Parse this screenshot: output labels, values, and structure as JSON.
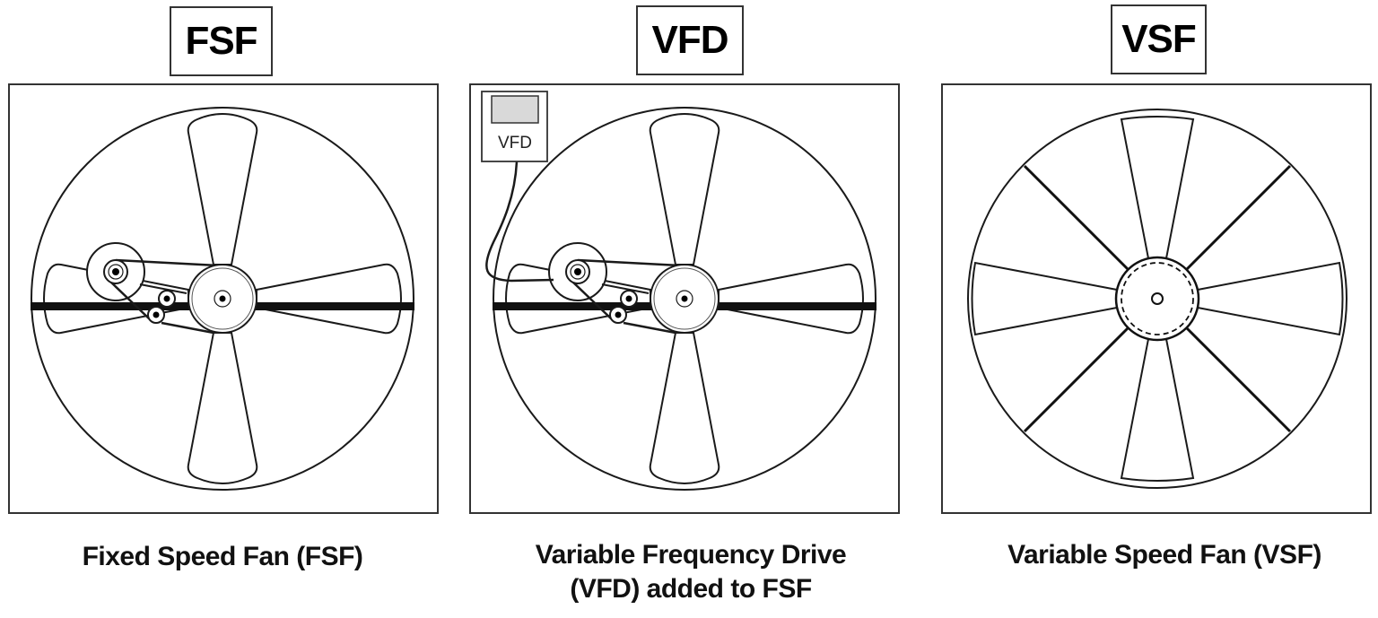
{
  "panels": [
    {
      "id": "fsf",
      "title": "FSF",
      "caption": "Fixed Speed Fan (FSF)"
    },
    {
      "id": "vfd",
      "title": "VFD",
      "caption_line1": "Variable Frequency Drive",
      "caption_line2": "(VFD) added to FSF",
      "device_label": "VFD"
    },
    {
      "id": "vsf",
      "title": "VSF",
      "caption": "Variable Speed Fan (VSF)"
    }
  ],
  "colors": {
    "line": "#1a1a1a",
    "frame": "#333333",
    "vfd_screen": "#d9d9d9"
  }
}
